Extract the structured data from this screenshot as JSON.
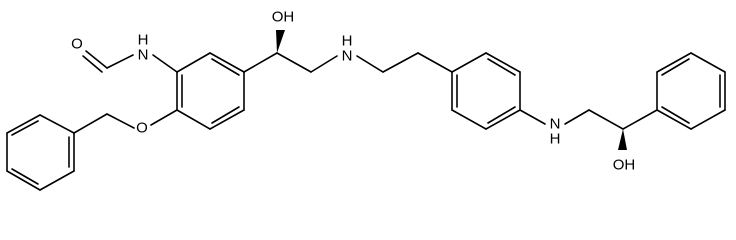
{
  "diagram": {
    "type": "chemical-structure",
    "atom_labels": {
      "amide_n": "N",
      "amide_h": "H",
      "formyl_o": "O",
      "ether_o": "O",
      "oh_top": "OH",
      "amine_n1": "N",
      "amine_h1": "H",
      "amine_n2": "N",
      "amine_h2": "H",
      "oh_bottom": "OH"
    }
  }
}
